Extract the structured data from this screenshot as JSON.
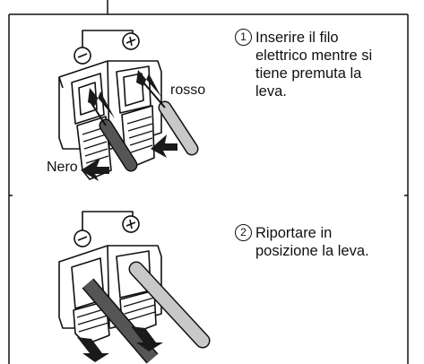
{
  "steps": [
    {
      "number": "1",
      "text": "Inserire il filo\nelettrico mentre si\ntiene premuta la\nleva."
    },
    {
      "number": "2",
      "text": "Riportare in\nposizione la leva."
    }
  ],
  "wire_labels": {
    "red": "rosso",
    "black": "Nero"
  },
  "polarity": {
    "negative": "−",
    "positive": "+"
  },
  "colors": {
    "line": "#111111",
    "wire_black": "#555555",
    "wire_red": "#c8c8c8",
    "arrow": "#1a1a1a"
  }
}
